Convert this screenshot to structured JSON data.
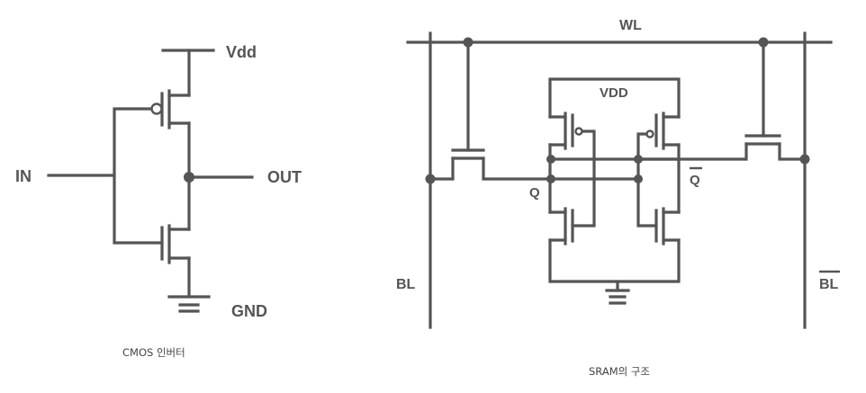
{
  "cmos": {
    "vdd": "Vdd",
    "in": "IN",
    "out": "OUT",
    "gnd": "GND",
    "caption": "CMOS 인버터"
  },
  "sram": {
    "wl": "WL",
    "vdd": "VDD",
    "q": "Q",
    "q_bar": "Q",
    "bl": "BL",
    "bl_bar": "BL",
    "caption": "SRAM의 구조"
  },
  "colors": {
    "stroke": "#555555",
    "caption": "#444444",
    "background": "#ffffff"
  }
}
